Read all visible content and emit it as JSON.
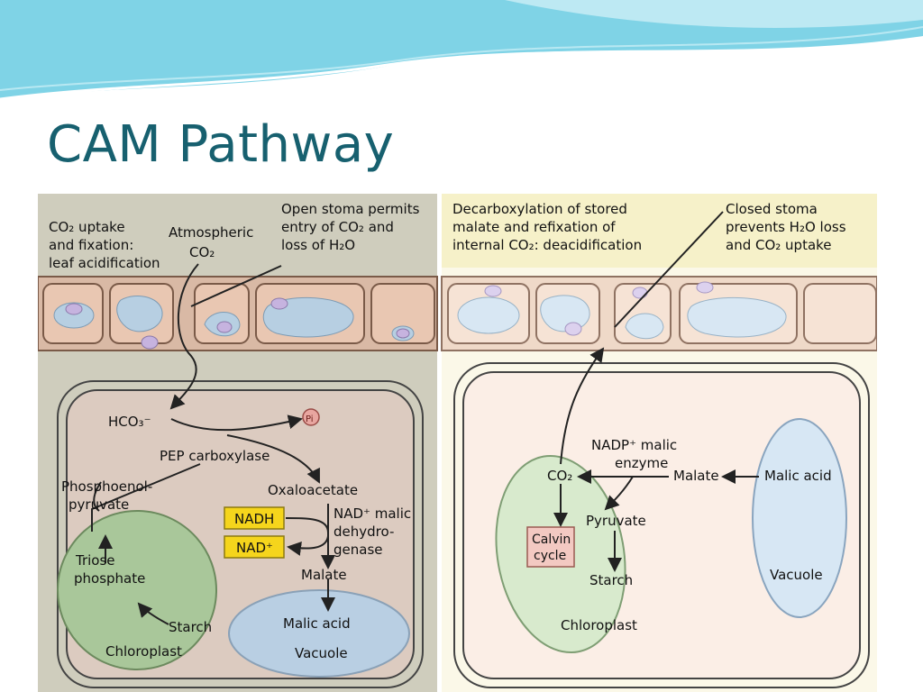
{
  "slide": {
    "title": "CAM Pathway"
  },
  "theme": {
    "title_color": "#17606f",
    "banner_color": "#7fd3e6"
  },
  "left_panel": {
    "co2_uptake": [
      "CO₂ uptake",
      "and fixation:",
      "leaf acidification"
    ],
    "atmospheric": [
      "Atmospheric",
      "CO₂"
    ],
    "open_stoma": [
      "Open stoma permits",
      "entry of CO₂ and",
      "loss of H₂O"
    ],
    "hco3": "HCO₃⁻",
    "pi": "Pi",
    "pep_carboxylase": "PEP carboxylase",
    "phosphoenol": [
      "Phosphoenol-",
      "pyruvate"
    ],
    "oxaloacetate": "Oxaloacetate",
    "nadh": "NADH",
    "nad": "NAD⁺",
    "nad_malic": [
      "NAD⁺ malic",
      "dehydro-",
      "genase"
    ],
    "malate": "Malate",
    "triose": [
      "Triose",
      "phosphate"
    ],
    "starch": "Starch",
    "chloroplast": "Chloroplast",
    "malic_acid": "Malic acid",
    "vacuole": "Vacuole"
  },
  "right_panel": {
    "decarboxylation": [
      "Decarboxylation of stored",
      "malate and refixation of",
      "internal CO₂: deacidification"
    ],
    "closed_stoma": [
      "Closed stoma",
      "prevents H₂O loss",
      "and CO₂ uptake"
    ],
    "nadp_malic": [
      "NADP⁺ malic",
      "enzyme"
    ],
    "co2": "CO₂",
    "malate": "Malate",
    "malic_acid": "Malic acid",
    "pyruvate": "Pyruvate",
    "calvin": [
      "Calvin",
      "cycle"
    ],
    "starch": "Starch",
    "chloroplast": "Chloroplast",
    "vacuole": "Vacuole"
  }
}
